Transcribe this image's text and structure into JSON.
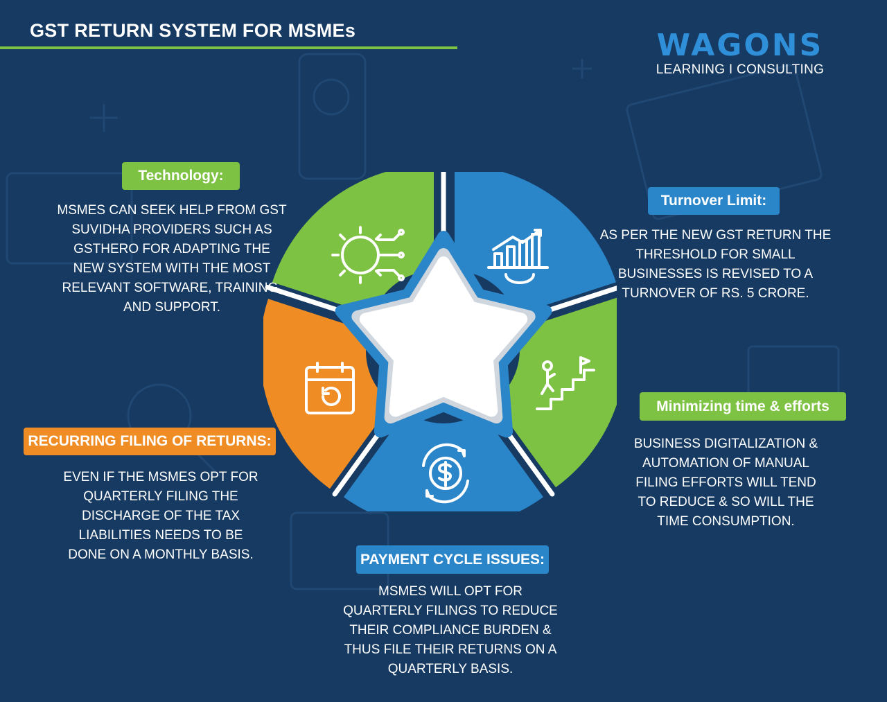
{
  "header": {
    "title": "GST RETURN SYSTEM FOR MSMEs"
  },
  "logo": {
    "name": "WAGONS",
    "tagline": "LEARNING I CONSULTING"
  },
  "colors": {
    "background": "#163a62",
    "green": "#7dc242",
    "blue": "#2b86c9",
    "orange": "#f08c24",
    "text": "#ffffff"
  },
  "segments": [
    {
      "key": "technology",
      "title": "Technology:",
      "color": "green",
      "icon": "gear-circuit-icon",
      "text": "MSMES CAN SEEK HELP FROM GST\nSUVIDHA PROVIDERS SUCH AS\nGSTHERO FOR ADAPTING THE\nNEW SYSTEM WITH THE MOST\nRELEVANT SOFTWARE, TRAINING,\nAND SUPPORT."
    },
    {
      "key": "turnover",
      "title": "Turnover Limit:",
      "color": "blue",
      "icon": "bar-chart-growth-icon",
      "text": "AS PER THE NEW GST RETURN THE\nTHRESHOLD FOR SMALL\nBUSINESSES IS REVISED TO A\nTURNOVER OF RS. 5 CRORE."
    },
    {
      "key": "minimizing",
      "title": "Minimizing time & efforts",
      "color": "green",
      "icon": "stairs-climber-flag-icon",
      "text": "BUSINESS DIGITALIZATION &\nAUTOMATION OF MANUAL\nFILING EFFORTS WILL TEND\nTO REDUCE & SO WILL THE\nTIME CONSUMPTION."
    },
    {
      "key": "payment",
      "title": "PAYMENT CYCLE ISSUES:",
      "color": "blue",
      "icon": "dollar-cycle-icon",
      "text": "MSMES WILL OPT FOR\nQUARTERLY FILINGS TO REDUCE\nTHEIR COMPLIANCE BURDEN &\nTHUS FILE THEIR RETURNS ON A\nQUARTERLY BASIS."
    },
    {
      "key": "recurring",
      "title": "RECURRING FILING OF RETURNS:",
      "color": "orange",
      "icon": "calendar-refresh-icon",
      "text": "EVEN IF THE MSMES OPT FOR\nQUARTERLY FILING THE\nDISCHARGE OF THE TAX\nLIABILITIES NEEDS TO BE\nDONE ON A MONTHLY BASIS."
    }
  ]
}
